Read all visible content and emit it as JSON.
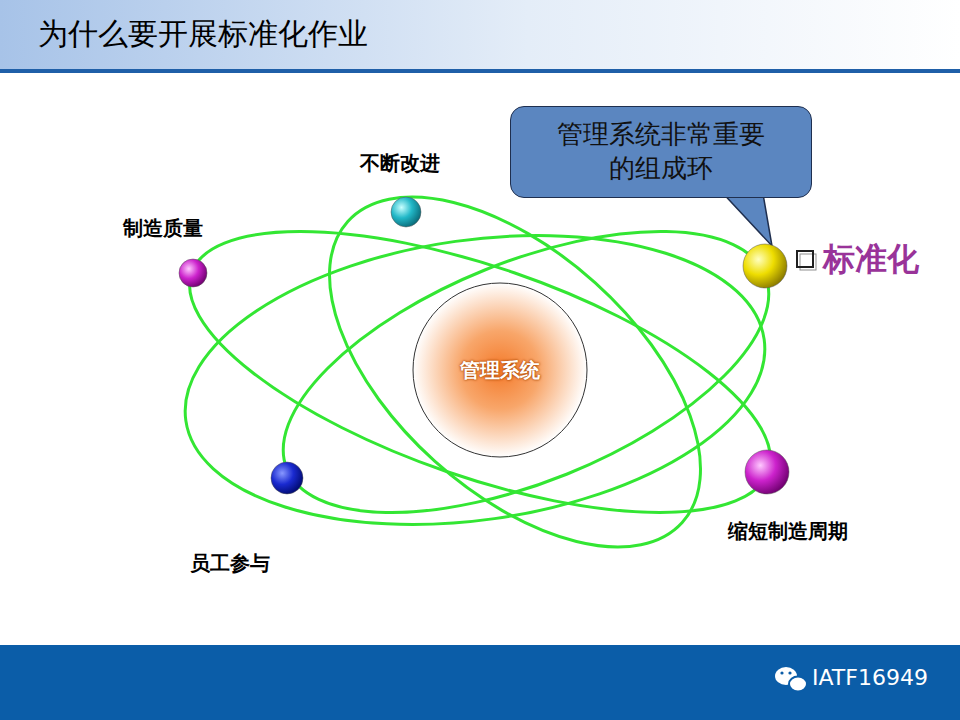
{
  "diagram": {
    "title": "为什么要开展标准化作业",
    "nodes": [
      {
        "text": [
          "管理系统"
        ]
      },
      {
        "text": [
          "不断改进"
        ]
      },
      {
        "text": [
          "制造质量"
        ]
      },
      {
        "text": [
          "标准化"
        ]
      },
      {
        "text": [
          "员工参与"
        ]
      },
      {
        "text": [
          "缩短制造周期"
        ]
      },
      {
        "text": [
          "管理系统非常重要的组成环"
        ]
      }
    ],
    "labels": [
      "IATF16949"
    ]
  }
}
